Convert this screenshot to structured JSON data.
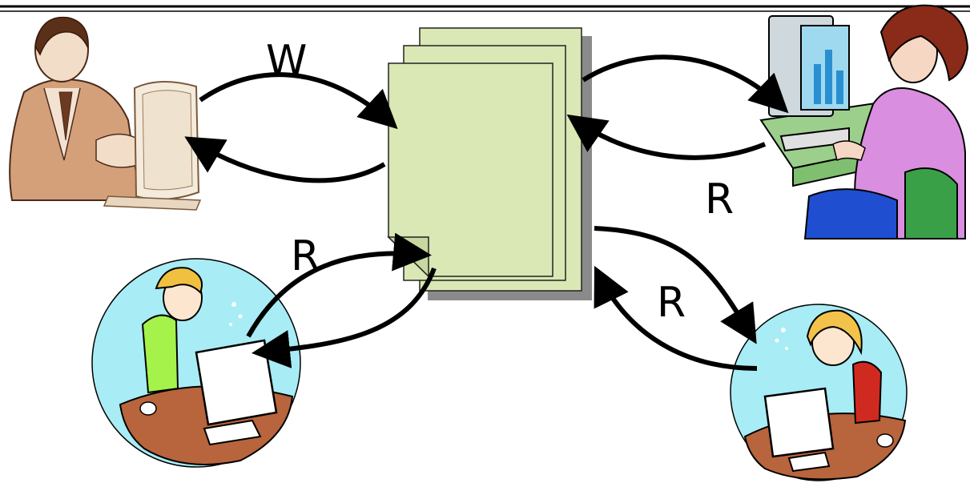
{
  "labels": {
    "write": "W",
    "read_top_right": "R",
    "read_left": "R",
    "read_bottom_right": "R"
  },
  "colors": {
    "document_fill": "#d9e8b4",
    "document_stroke": "#222222",
    "document_shadow": "#8a8a8a",
    "arrow": "#000000",
    "circle_bg": "#a8ecf5",
    "desk": "#b8643c",
    "rule": "#000000"
  },
  "icons": {
    "writer": "businessman-computer-icon",
    "reader_top_right": "woman-computer-icon",
    "reader_left": "boy-computer-icon",
    "reader_bottom_right": "girl-computer-icon",
    "document": "document-stack-icon"
  }
}
